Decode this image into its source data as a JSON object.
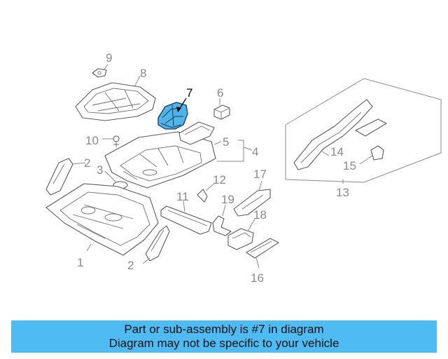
{
  "callouts": {
    "c1": "1",
    "c2a": "2",
    "c2b": "2",
    "c3": "3",
    "c4": "4",
    "c5": "5",
    "c6": "6",
    "c7": "7",
    "c8": "8",
    "c9": "9",
    "c10": "10",
    "c11": "11",
    "c12": "12",
    "c13": "13",
    "c14": "14",
    "c15": "15",
    "c16": "16",
    "c17": "17",
    "c18": "18",
    "c19": "19"
  },
  "highlighted_part": "7",
  "colors": {
    "highlight": "#4fb4e8",
    "banner": "#4ebcf3"
  },
  "banner": {
    "line1": "Part or sub-assembly is #7 in diagram",
    "line2": "Diagram may not be specific to your vehicle"
  }
}
